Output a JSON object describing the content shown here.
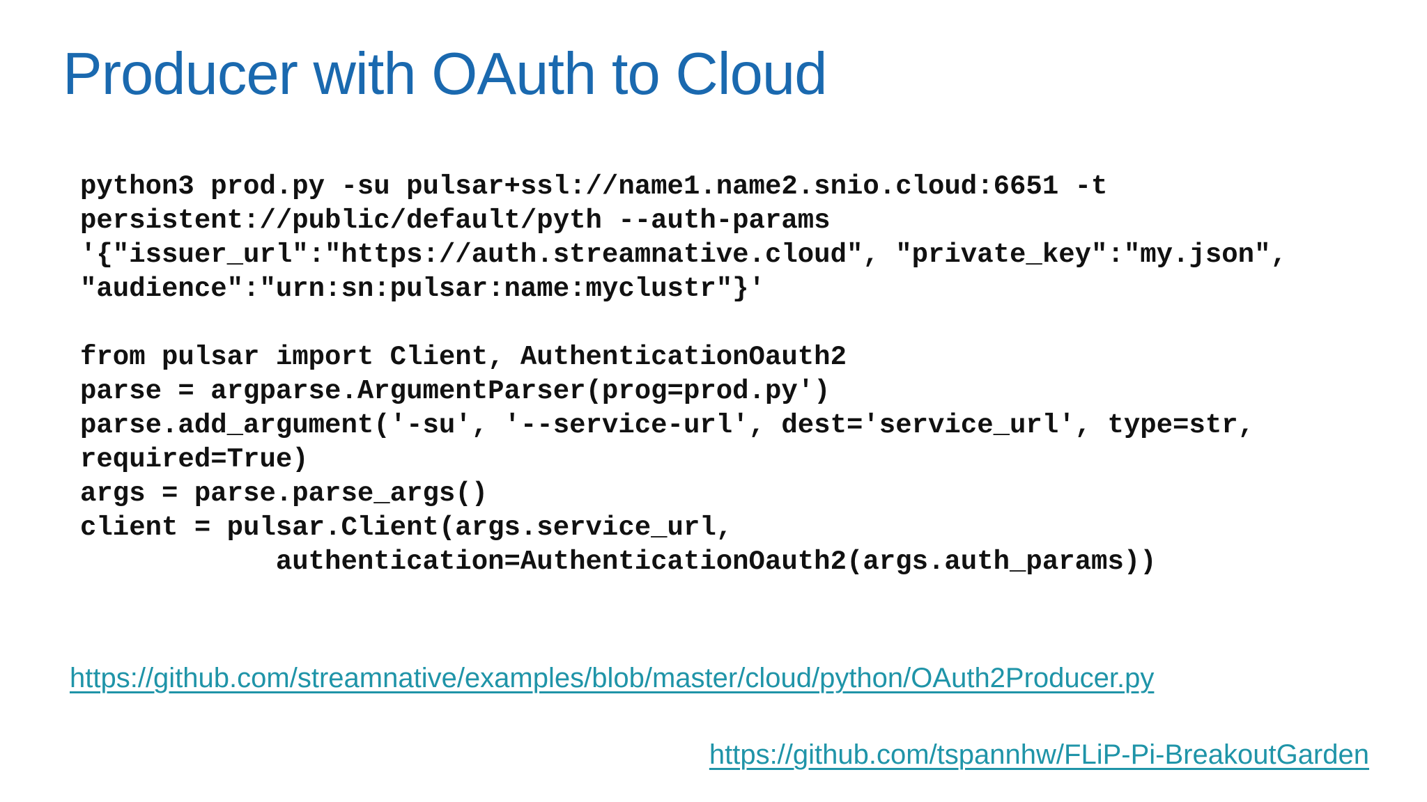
{
  "page": {
    "title": "Producer with OAuth to Cloud"
  },
  "code_block": {
    "lines": [
      "python3 prod.py -su pulsar+ssl://name1.name2.snio.cloud:6651 -t",
      "persistent://public/default/pyth --auth-params",
      "'{\"issuer_url\":\"https://auth.streamnative.cloud\", \"private_key\":\"my.json\",",
      "\"audience\":\"urn:sn:pulsar:name:myclustr\"}'",
      "",
      "from pulsar import Client, AuthenticationOauth2",
      "parse = argparse.ArgumentParser(prog=prod.py')",
      "parse.add_argument('-su', '--service-url', dest='service_url', type=str,",
      "required=True)",
      "args = parse.parse_args()",
      "client = pulsar.Client(args.service_url,",
      "            authentication=AuthenticationOauth2(args.auth_params))"
    ]
  },
  "links": {
    "producer_example": "https://github.com/streamnative/examples/blob/master/cloud/python/OAuth2Producer.py",
    "breakout_garden": "https://github.com/tspannhw/FLiP-Pi-BreakoutGarden"
  },
  "colors": {
    "title_blue": "#1a69af",
    "link_teal": "#1f94a8",
    "code_black": "#111111",
    "background": "#ffffff"
  }
}
